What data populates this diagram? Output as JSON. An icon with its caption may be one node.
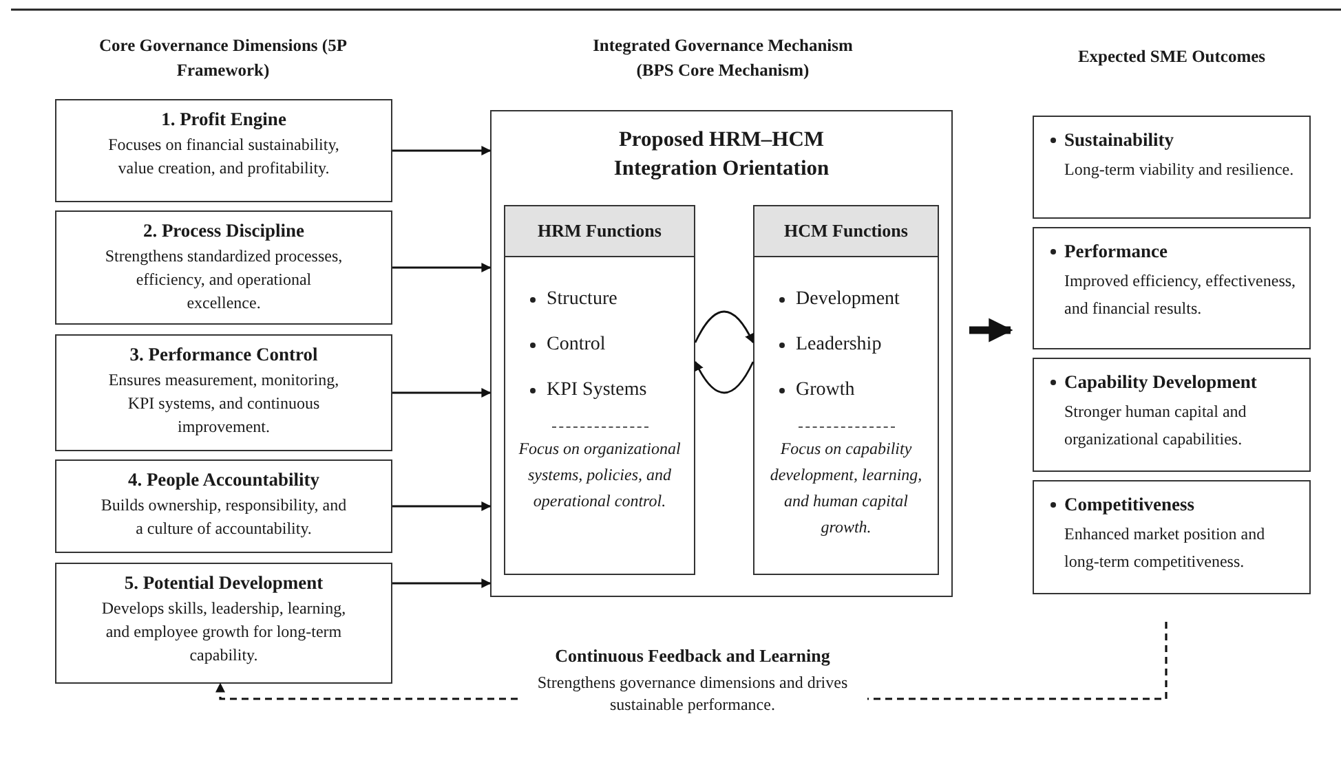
{
  "diagram": {
    "nodes": [
      {
        "text": [
          "1. Profit Engine",
          "Focuses on financial sustainability, value creation, and profitability."
        ]
      },
      {
        "text": [
          "2. Process Discipline",
          "Strengthens standardized processes, efficiency, and operational excellence."
        ]
      },
      {
        "text": [
          "3. Performance Control",
          "Ensures measurement, monitoring, KPI systems, and continuous improvement."
        ]
      },
      {
        "text": [
          "4. People Accountability",
          "Builds ownership, responsibility, and a culture of accountability."
        ]
      },
      {
        "text": [
          "5. Potential Development",
          "Develops skills, leadership, learning, and employee growth for long-term capability."
        ]
      },
      {
        "text": [
          "Proposed HRM–HCM Integration Orientation"
        ]
      },
      {
        "text": [
          "HRM Functions",
          "Structure",
          "Control",
          "KPI Systems",
          "Focus on organizational systems, policies, and operational control."
        ],
        "in": 5
      },
      {
        "text": [
          "HCM Functions",
          "Development",
          "Leadership",
          "Growth",
          "Focus on capability development, learning, and human capital growth."
        ],
        "in": 5
      },
      {
        "text": [
          "Sustainability",
          "Long-term viability and resilience."
        ]
      },
      {
        "text": [
          "Performance",
          "Improved efficiency, effectiveness, and financial results."
        ]
      },
      {
        "text": [
          "Capability Development",
          "Stronger human capital and organizational capabilities."
        ]
      },
      {
        "text": [
          "Competitiveness",
          "Enhanced market position and long-term competitiveness."
        ]
      },
      {
        "text": [
          "Continuous Feedback and Learning",
          "Strengthens governance dimensions and drives sustainable performance."
        ]
      }
    ],
    "edges": [
      {
        "from": 0,
        "to": 5,
        "arrow": "to"
      },
      {
        "from": 1,
        "to": 5,
        "arrow": "to"
      },
      {
        "from": 2,
        "to": 5,
        "arrow": "to"
      },
      {
        "from": 3,
        "to": 5,
        "arrow": "to"
      },
      {
        "from": 4,
        "to": 5,
        "arrow": "to"
      },
      {
        "from": 6,
        "to": 7,
        "arrow": "to"
      },
      {
        "from": 7,
        "to": 6,
        "arrow": "to"
      },
      {
        "from": 5,
        "to": 9,
        "arrow": "to",
        "style": "thick"
      },
      {
        "from": 11,
        "to": 12,
        "arrow": "none",
        "style": "dashed"
      },
      {
        "from": 12,
        "to": 4,
        "arrow": "to",
        "style": "dashed"
      }
    ],
    "labels": [
      "Core Governance Dimensions (5P Framework)",
      "Integrated Governance Mechanism (BPS Core Mechanism)",
      "Expected SME Outcomes"
    ]
  }
}
